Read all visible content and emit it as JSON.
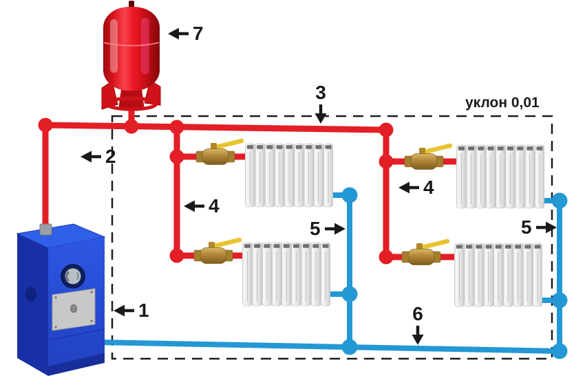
{
  "colors": {
    "supply_pipe_red": "#e31e25",
    "return_pipe_blue": "#2398d4",
    "boiler_blue": "#2c53dd",
    "tank_red": "#e0131c",
    "valve_brass": "#b5893a",
    "valve_handle_yellow": "#e7c430",
    "radiator_white": "#ececec",
    "label_black": "#1a1a1a"
  },
  "diagram": {
    "slope_note": "уклон 0,01",
    "callouts": [
      {
        "number": "1",
        "arrow": "left"
      },
      {
        "number": "2",
        "arrow": "left"
      },
      {
        "number": "3",
        "arrow": "down"
      },
      {
        "number": "4",
        "arrow": "left"
      },
      {
        "number": "4",
        "arrow": "left"
      },
      {
        "number": "5",
        "arrow": "right"
      },
      {
        "number": "5",
        "arrow": "right"
      },
      {
        "number": "6",
        "arrow": "down"
      },
      {
        "number": "7",
        "arrow": "left"
      }
    ]
  }
}
